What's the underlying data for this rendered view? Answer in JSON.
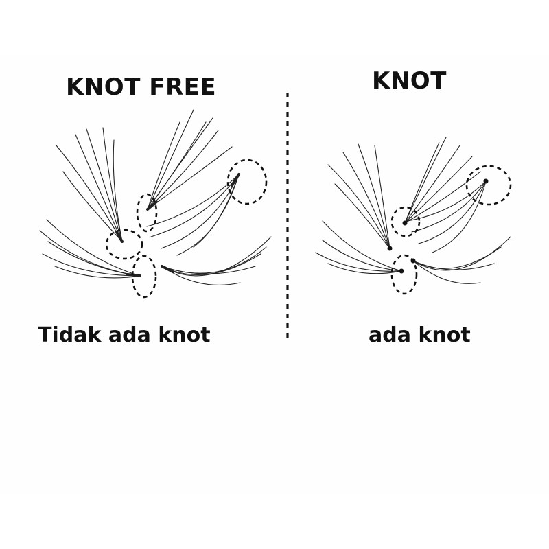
{
  "left": {
    "title": "KNOT FREE",
    "caption": "Tidak ada knot"
  },
  "right": {
    "title": "KNOT",
    "caption": "ada knot"
  },
  "colors": {
    "ink": "#111111",
    "lash": "#222222",
    "background": "#ffffff"
  },
  "icons": [
    "eyelash-cluster-icon",
    "dashed-circle-highlight"
  ]
}
